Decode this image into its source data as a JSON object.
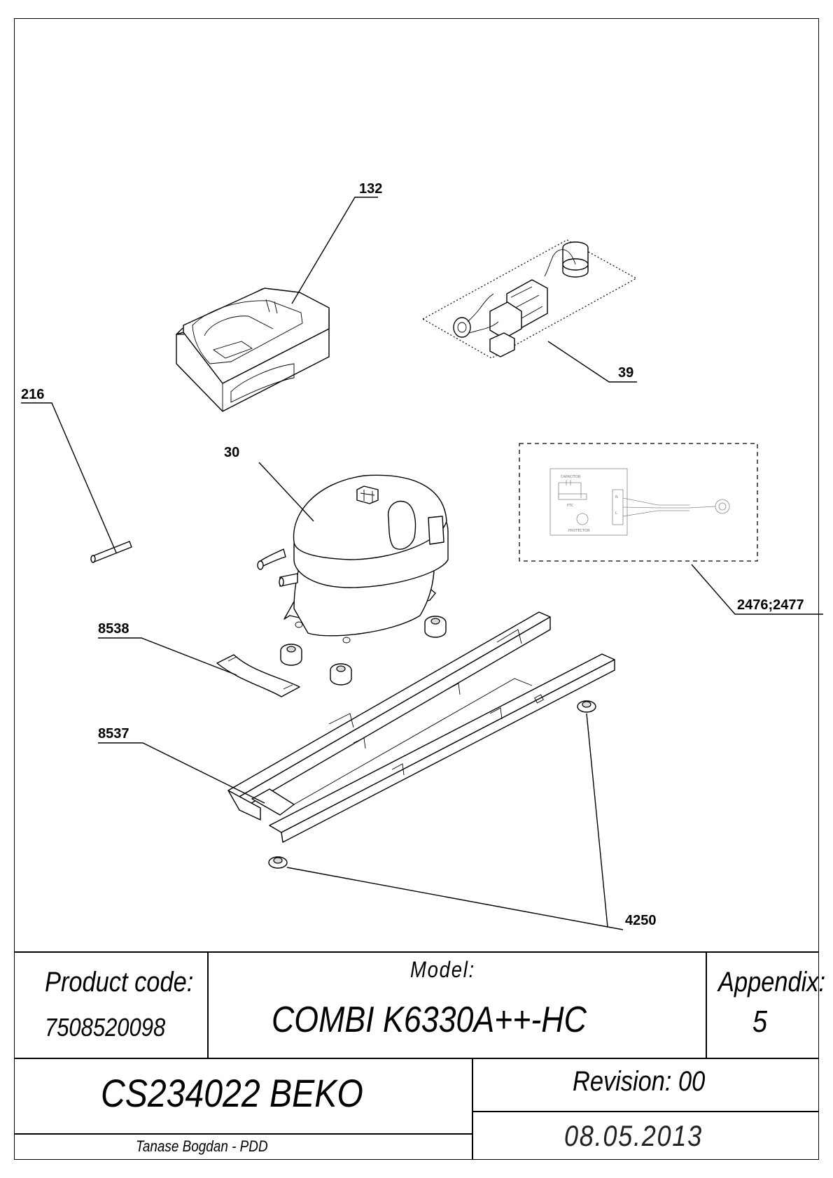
{
  "callouts": {
    "c132": "132",
    "c39": "39",
    "c216": "216",
    "c30": "30",
    "c2476": "2476;2477",
    "c8538": "8538",
    "c8537": "8537",
    "c4250": "4250"
  },
  "schematic": {
    "capacitor": "CAPACITOR",
    "ptc": "PTC",
    "protector": "PROTECTOR",
    "n": "N",
    "l": "L"
  },
  "title_block": {
    "product_code_label": "Product code:",
    "product_code_value": "7508520098",
    "model_label": "Model:",
    "model_value": "COMBI K6330A++-HC",
    "appendix_label": "Appendix:",
    "appendix_value": "5",
    "document": "CS234022 BEKO",
    "revision": "Revision: 00",
    "author": "Tanase Bogdan - PDD",
    "date": "08.05.2013"
  }
}
